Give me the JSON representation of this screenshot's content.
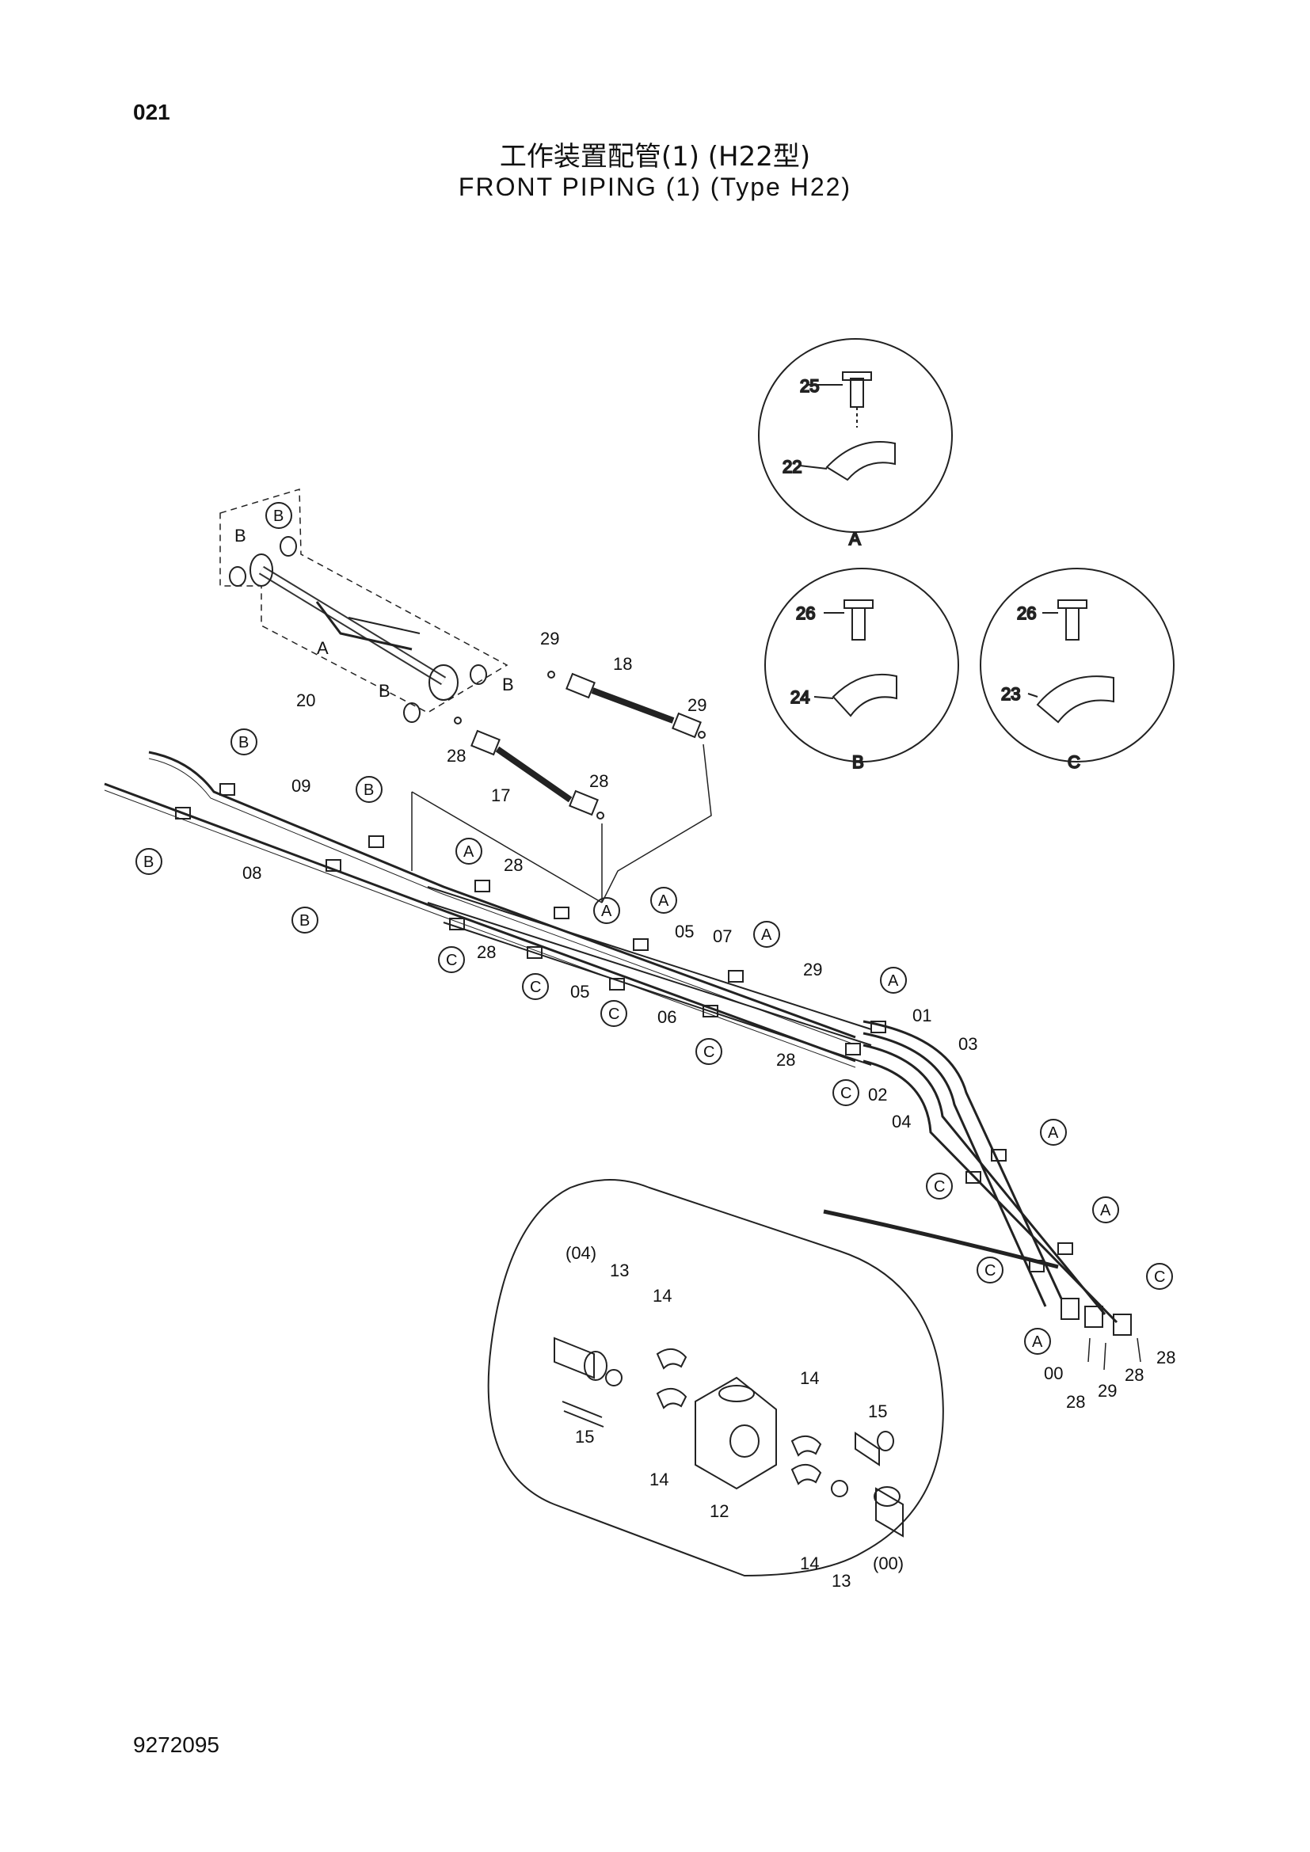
{
  "page_number": "021",
  "title_jp": "工作装置配管(1) (H22型)",
  "title_en": "FRONT PIPING (1) (Type H22)",
  "doc_number": "9272095",
  "detail_views": {
    "A": {
      "bolt": "25",
      "clamp": "22",
      "view": "A"
    },
    "B": {
      "bolt": "26",
      "clamp": "24",
      "view": "B"
    },
    "C": {
      "bolt": "26",
      "clamp": "23",
      "view": "C"
    }
  },
  "circle_labels": [
    "A",
    "B",
    "C"
  ],
  "part_labels": {
    "p00": "00",
    "p01": "01",
    "p02": "02",
    "p03": "03",
    "p04": "04",
    "p05": "05",
    "p06": "06",
    "p07": "07",
    "p08": "08",
    "p09": "09",
    "p12": "12",
    "p13": "13",
    "p14": "14",
    "p15": "15",
    "p17": "17",
    "p18": "18",
    "p20": "20",
    "p28": "28",
    "p29": "29",
    "p04_paren": "(04)",
    "p00_paren": "(00)",
    "lA": "A",
    "lB": "B"
  }
}
